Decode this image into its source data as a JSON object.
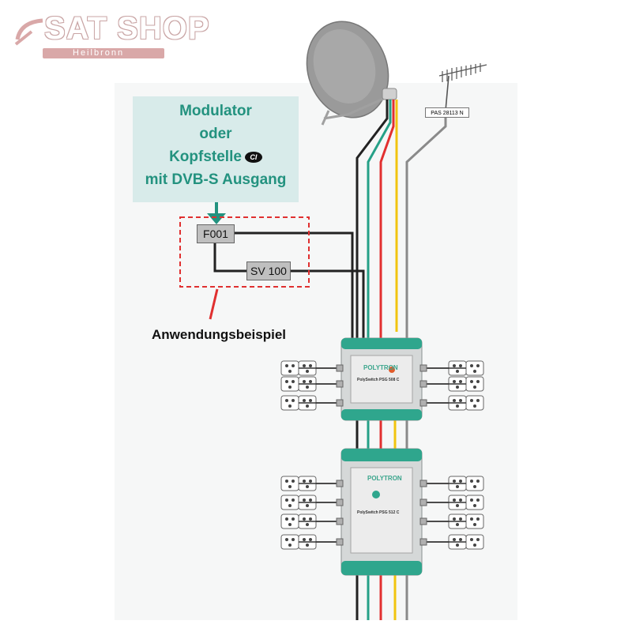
{
  "logo": {
    "main": "SAT SHOP",
    "sub": "Heilbronn",
    "color": "#d9a8a8"
  },
  "modulator": {
    "line1": "Modulator",
    "line2": "oder",
    "line3": "Kopfstelle",
    "ci_badge": "CI",
    "line4": "mit DVB-S Ausgang",
    "bg_color": "#d8ebea",
    "text_color": "#23927f"
  },
  "components": {
    "f001": "F001",
    "sv100": "SV 100",
    "antenna_label": "PAS 28113 N"
  },
  "example_label": "Anwendungsbeispiel",
  "switches": {
    "top": {
      "brand": "POLYTRON",
      "name": "PolySwitch PSG 508 C"
    },
    "bottom": {
      "brand": "POLYTRON",
      "name": "PolySwitch PSG 512 C"
    }
  },
  "colors": {
    "cable_black": "#222222",
    "cable_green": "#25a087",
    "cable_red": "#e23030",
    "cable_yellow": "#f1c40f",
    "cable_grey": "#8a8a8a",
    "dashed_box": "#e03030",
    "switch_housing": "#d5d8d8",
    "switch_accent": "#2fa68d"
  }
}
